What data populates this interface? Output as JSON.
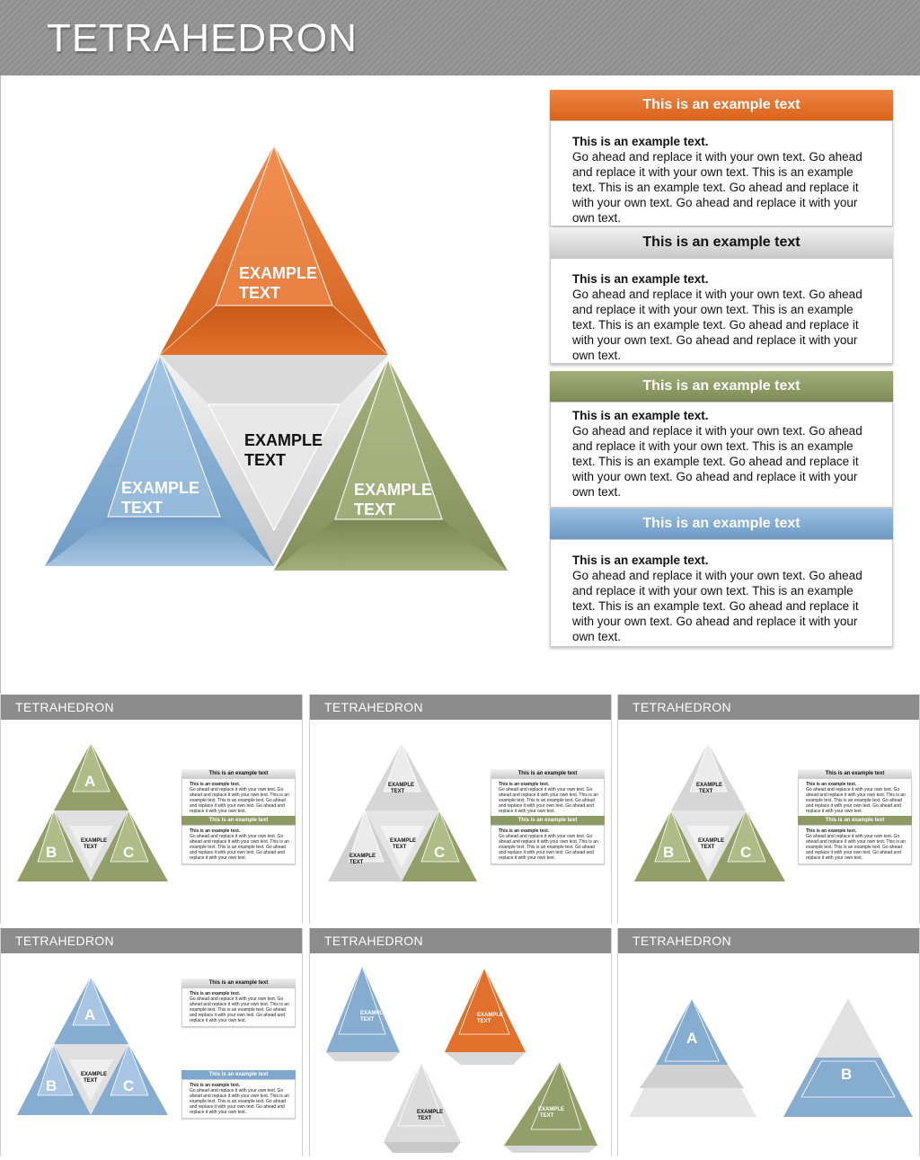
{
  "header": {
    "title": "TETRAHEDRON"
  },
  "diagram": {
    "top_label": [
      "EXAMPLE",
      "TEXT"
    ],
    "center_label": [
      "EXAMPLE",
      "TEXT"
    ],
    "left_label": [
      "EXAMPLE",
      "TEXT"
    ],
    "right_label": [
      "EXAMPLE",
      "TEXT"
    ],
    "colors": {
      "orange": "#e0702a",
      "gray": "#d4d4d4",
      "blue": "#7ea7cc",
      "green": "#8e9a66"
    }
  },
  "text_boxes": [
    {
      "heading": "This is an example text",
      "color": "#e0702a",
      "bold": "This is an example text.",
      "body": "Go ahead and replace it with your own text. Go ahead and replace it with your own text. This is an example text. This is an example text. Go ahead and replace it with your own text. Go ahead and replace it with your own text."
    },
    {
      "heading": "This is an example text",
      "color": "#d8d8d8",
      "bold": "This is an example text.",
      "body": "Go ahead and replace it with your own text. Go ahead and replace it with your own text. This is an example text. This is an example text. Go ahead and replace it with your own text. Go ahead and replace it with your own text."
    },
    {
      "heading": "This is an example text",
      "color": "#8e9a66",
      "bold": "This is an example text.",
      "body": "Go ahead and replace it with your own text. Go ahead and replace it with your own text. This is an example text. This is an example text. Go ahead and replace it with your own text. Go ahead and replace it with your own text."
    },
    {
      "heading": "This is an example text",
      "color": "#7ea7cc",
      "bold": "This is an example text.",
      "body": "Go ahead and replace it with your own text. Go ahead and replace it with your own text. This is an example text. This is an example text. Go ahead and replace it with your own text. Go ahead and replace it with your own text."
    }
  ],
  "thumbnails": {
    "title": "TETRAHEDRON",
    "mini_heading": "This is an example text",
    "mini_bold": "This is an example text.",
    "mini_body": "Go ahead and replace it with your own text. Go ahead and replace it with your own text. This is an example text. This is an example text. Go ahead and replace it with your own text. Go ahead and replace it with your own text.",
    "letters": {
      "a": "A",
      "b": "B",
      "c": "C"
    },
    "example_label": [
      "EXAMPLE",
      "TEXT"
    ]
  }
}
